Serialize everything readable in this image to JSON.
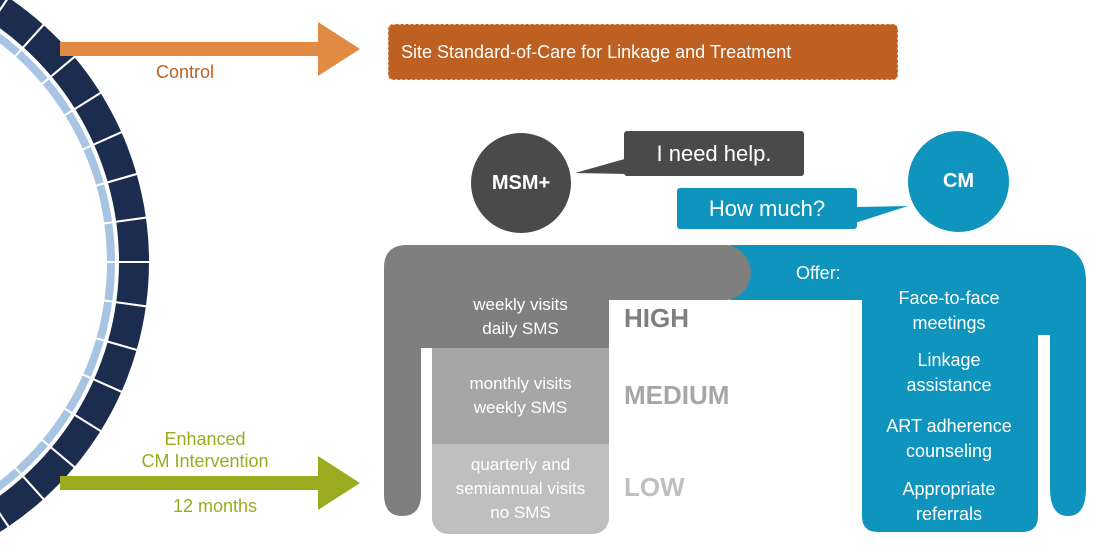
{
  "arrows": {
    "control_label": "Control",
    "intervention_label_line1": "Enhanced",
    "intervention_label_line2": "CM Intervention",
    "duration_label": "12 months"
  },
  "standard_of_care": {
    "text": "Site Standard-of-Care for Linkage and Treatment"
  },
  "participants": {
    "client": {
      "label": "MSM+",
      "speech": "I need help."
    },
    "case_manager": {
      "label": "CM",
      "speech": "How much?"
    }
  },
  "tiers": [
    {
      "level": "HIGH",
      "line1": "weekly visits",
      "line2": "daily SMS",
      "line3": ""
    },
    {
      "level": "MEDIUM",
      "line1": "monthly visits",
      "line2": "weekly SMS",
      "line3": ""
    },
    {
      "level": "LOW",
      "line1": "quarterly and",
      "line2": "semiannual  visits",
      "line3": "no SMS"
    }
  ],
  "offer": {
    "title": "Offer:",
    "items": [
      {
        "line1": "Face-to-face",
        "line2": "meetings"
      },
      {
        "line1": "Linkage",
        "line2": "assistance"
      },
      {
        "line1": "ART adherence",
        "line2": "counseling"
      },
      {
        "line1": "Appropriate",
        "line2": "referrals"
      }
    ]
  },
  "colors": {
    "control": "#bd6022",
    "control_arrow": "#e08a43",
    "intervention": "#9aab1f",
    "client_dark": "#4a4a4a",
    "client_body": "#7f7f7f",
    "case_manager": "#0e94bd",
    "arch_dark": "#1c2c4f",
    "arch_light": "#a7c4e3"
  }
}
